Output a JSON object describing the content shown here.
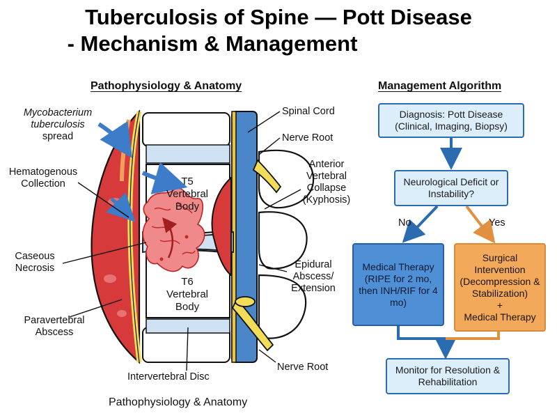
{
  "title": {
    "line1": "Tuberculosis of Spine — Pott Disease",
    "line2": "- Mechanism & Management"
  },
  "left_panel": {
    "heading": "Pathophysiology & Anatomy",
    "caption": "Pathophysiology & Anatomy",
    "labels": {
      "myco_line1": "Mycobacterium",
      "myco_line2": "tuberculosis",
      "myco_line3": "spread",
      "hema_line1": "Hematogenous",
      "hema_line2": "Collection",
      "caseous_line1": "Caseous",
      "caseous_line2": "Necrosis",
      "paravert_line1": "Paravertebral",
      "paravert_line2": "Abscess",
      "spinal_cord": "Spinal Cord",
      "nerve_root_top": "Nerve Root",
      "anterior_line1": "Anterior",
      "anterior_line2": "Vertebral",
      "anterior_line3": "Collapse",
      "anterior_line4": "(Kyphosis)",
      "epidural_line1": "Epidural",
      "epidural_line2": "Abscess/",
      "epidural_line3": "Extension",
      "nerve_root_bottom": "Nerve Root",
      "disc": "Intervertebral Disc",
      "t5_line1": "T5",
      "t5_line2": "Vertebral",
      "t5_line3": "Body",
      "t6_line1": "T6",
      "t6_line2": "Vertebral",
      "t6_line3": "Body"
    }
  },
  "right_panel": {
    "heading": "Management Algorithm",
    "diagnosis": "Diagnosis: Pott Disease (Clinical, Imaging, Biopsy)",
    "question": "Neurological Deficit or Instability?",
    "no_label": "No",
    "yes_label": "Yes",
    "medical": "Medical Therapy (RIPE for 2 mo, then INH/RIF for 4 mo)",
    "surgical_line1": "Surgical Intervention (Decompression & Stabilization)",
    "surgical_line2": "+",
    "surgical_line3": "Medical Therapy",
    "monitor": "Monitor for Resolution & Rehabilitation"
  },
  "colors": {
    "abscess_red": "#d63a3a",
    "cord_blue": "#4a86c8",
    "flow_blue": "#4f8fd6",
    "flow_orange": "#f3a95a",
    "flow_light": "#dbeefa"
  }
}
